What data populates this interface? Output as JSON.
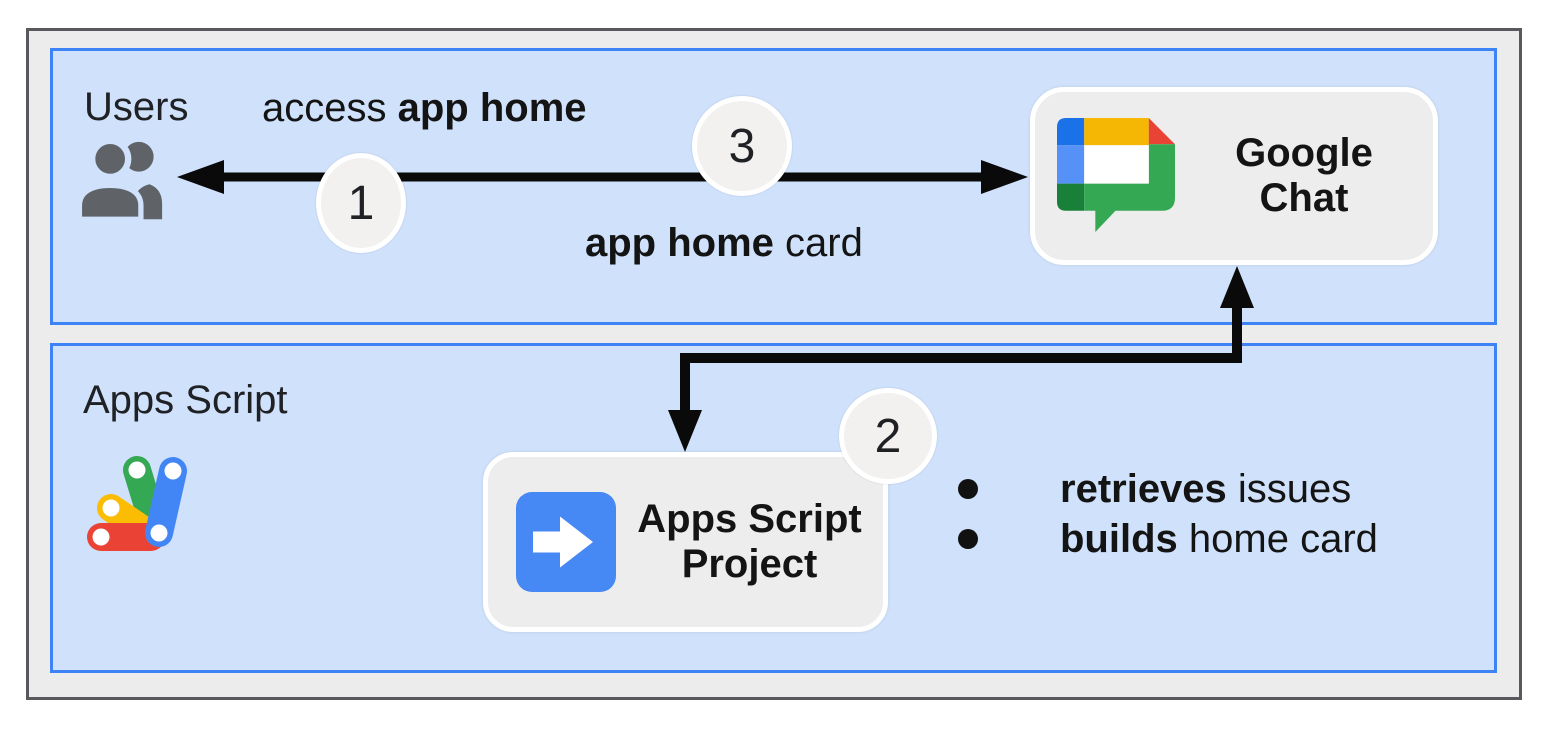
{
  "panels": {
    "users": {
      "label": "Users"
    },
    "apps_script": {
      "label": "Apps Script"
    }
  },
  "nodes": {
    "google_chat": {
      "line1": "Google",
      "line2": "Chat"
    },
    "apps_script_project": {
      "line1": "Apps Script",
      "line2": "Project"
    }
  },
  "steps": {
    "one": "1",
    "two": "2",
    "three": "3"
  },
  "edge_labels": {
    "request": [
      {
        "text": "access ",
        "bold": false
      },
      {
        "text": "app home",
        "bold": true
      }
    ],
    "response": [
      {
        "text": "app home",
        "bold": true
      },
      {
        "text": " card",
        "bold": false
      }
    ]
  },
  "bullets": [
    {
      "segments": [
        {
          "text": "retrieves",
          "bold": true
        },
        {
          "text": " issues",
          "bold": false
        }
      ]
    },
    {
      "segments": [
        {
          "text": "builds",
          "bold": true
        },
        {
          "text": " home card",
          "bold": false
        }
      ]
    }
  ],
  "icons": {
    "users": "users-icon",
    "google_chat": "google-chat-logo",
    "apps_script": "apps-script-logo",
    "project": "arrow-right-icon"
  },
  "colors": {
    "panel_fill": "#cfe1fb",
    "panel_border": "#3e83f6",
    "frame_fill": "#ececec",
    "frame_border": "#57595c",
    "node_fill": "#ededed",
    "node_border": "#ffffff",
    "arrow": "#0a0a0a",
    "text": "#202124",
    "users_icon_gray": "#5f6368",
    "chat_blue_dark": "#1b72e8",
    "chat_blue": "#5691f7",
    "chat_green_dark": "#188038",
    "chat_yellow": "#f6b704",
    "chat_red": "#e94335",
    "chat_green": "#34a853",
    "script_green": "#34a853",
    "script_yellow": "#fbbc04",
    "script_red": "#ea4335",
    "script_blue": "#4286f5",
    "project_icon_blue": "#4688f4"
  }
}
